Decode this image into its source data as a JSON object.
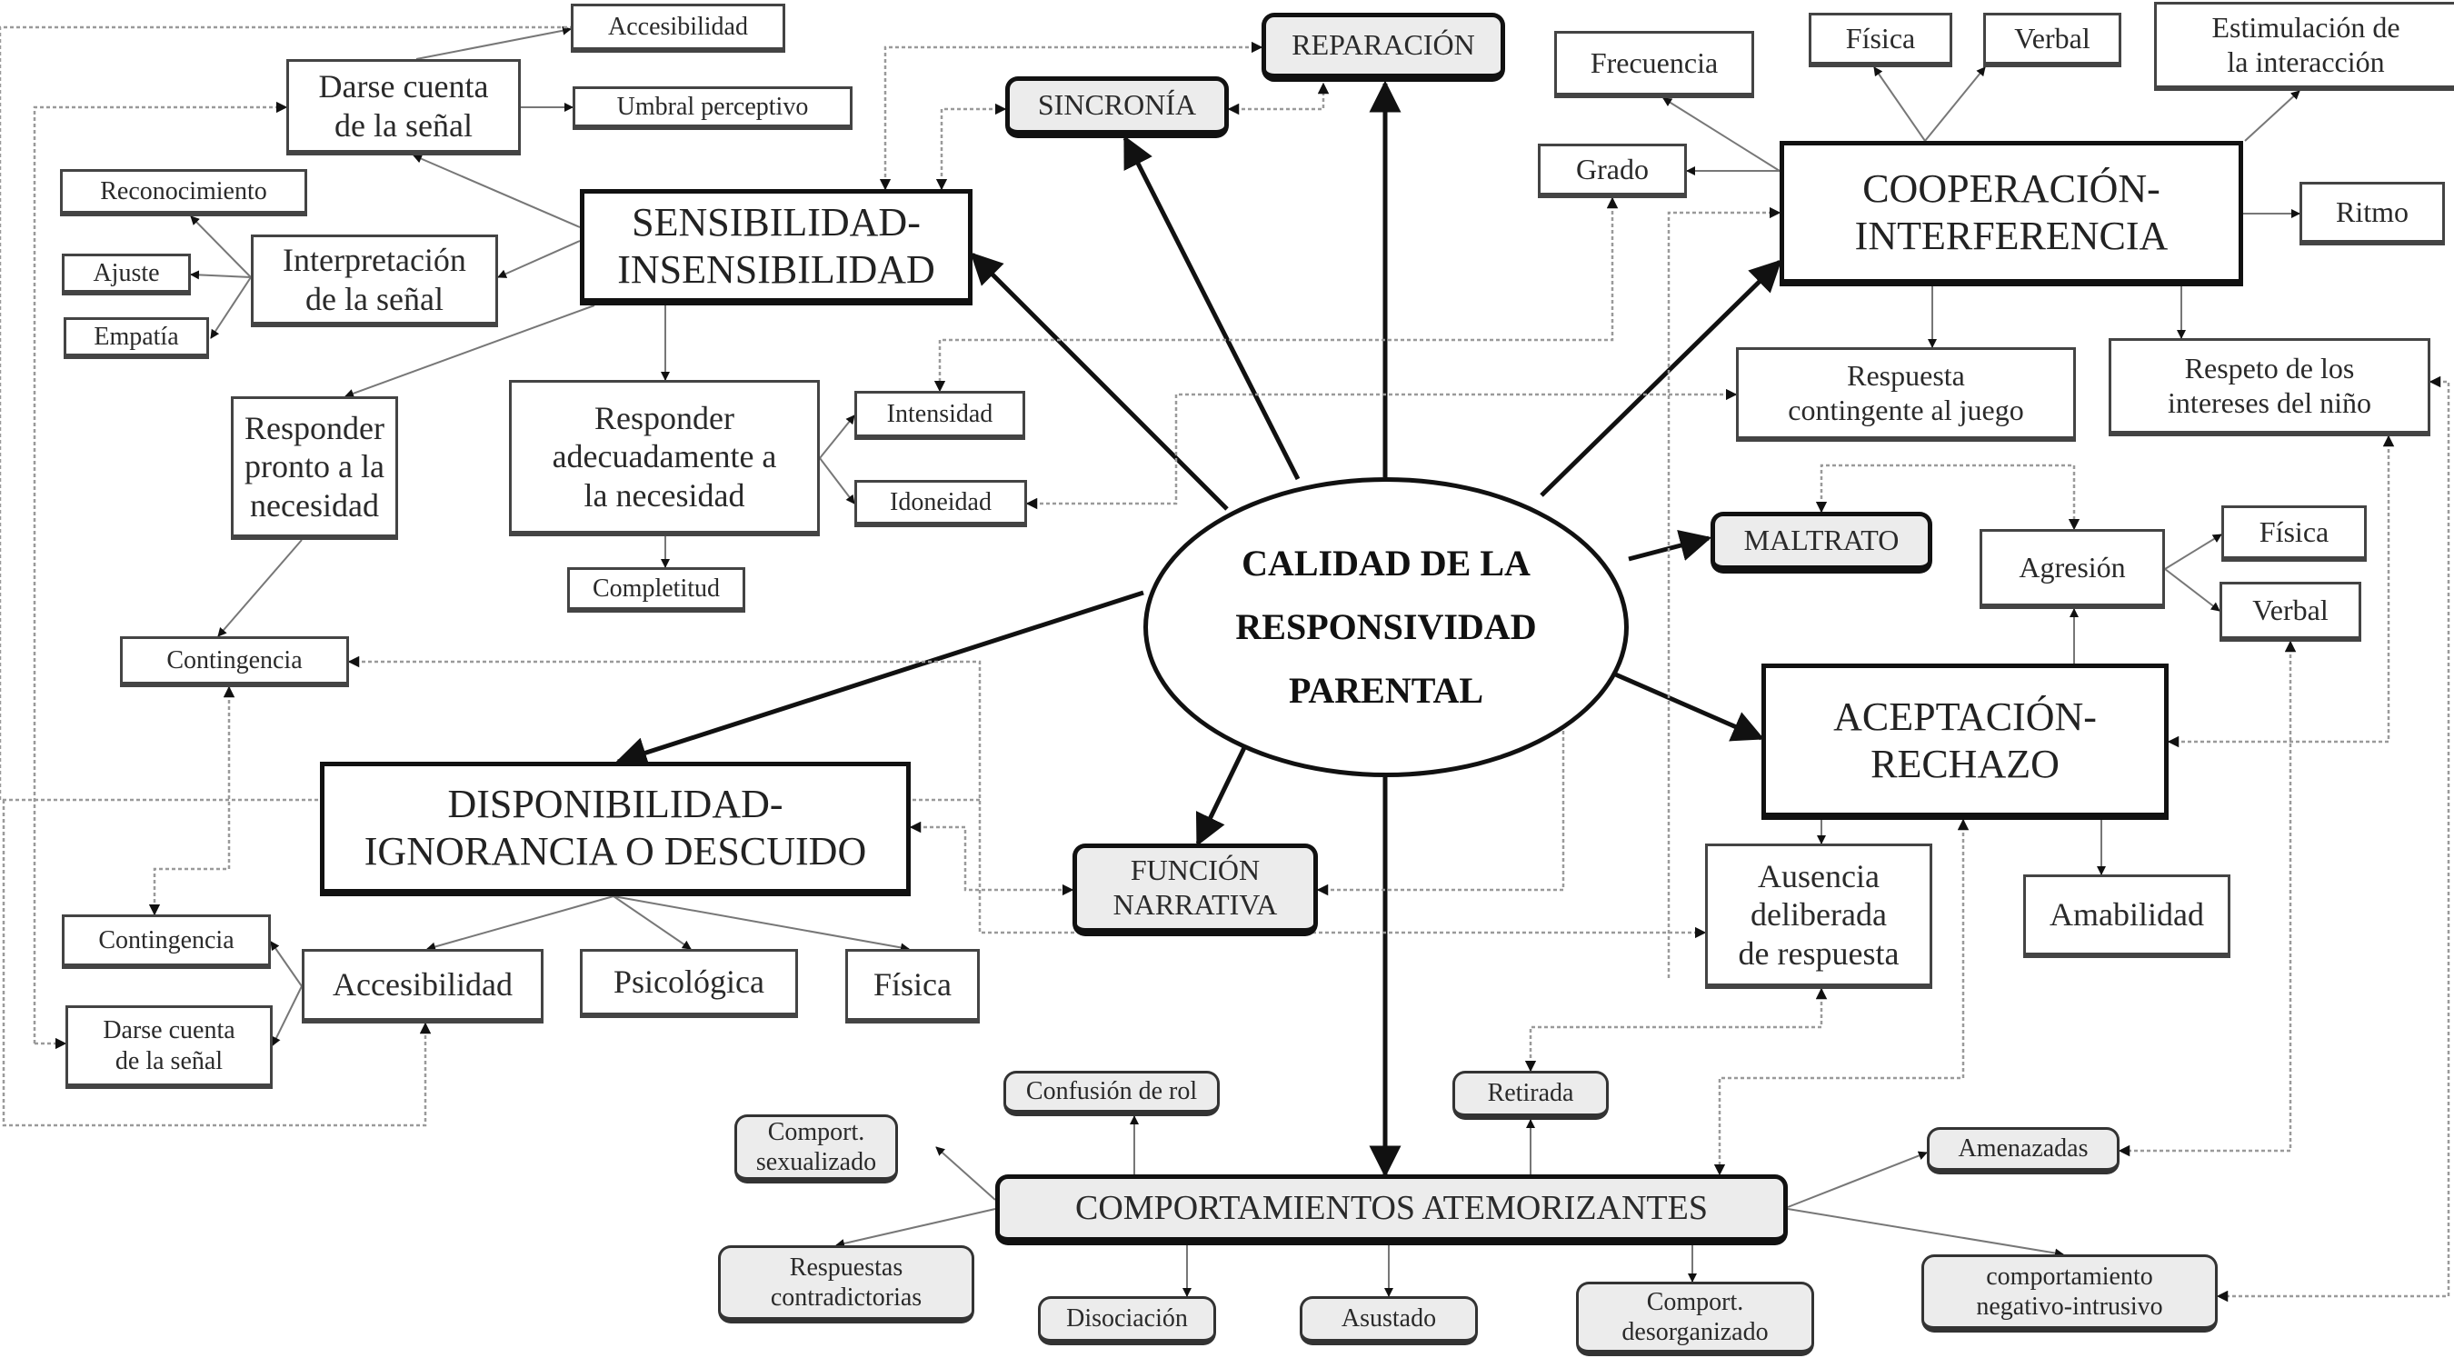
{
  "center": {
    "label": "CALIDAD DE LA\nRESPONSIVIDAD\nPARENTAL"
  },
  "dimensions": {
    "sensibilidad": "SENSIBILIDAD-\nINSENSIBILIDAD",
    "cooperacion": "COOPERACIÓN-\nINTERFERENCIA",
    "aceptacion": "ACEPTACIÓN-\nRECHAZO",
    "disponibilidad": "DISPONIBILIDAD-\nIGNORANCIA O DESCUIDO",
    "comportamientos": "COMPORTAMIENTOS ATEMORIZANTES"
  },
  "special": {
    "reparacion": "REPARACIÓN",
    "sincronia": "SINCRONÍA",
    "maltrato": "MALTRATO",
    "funcion_narrativa": "FUNCIÓN\nNARRATIVA"
  },
  "sensibilidad_nodes": {
    "accesibilidad": "Accesibilidad",
    "darse_cuenta": "Darse cuenta\nde la señal",
    "umbral": "Umbral perceptivo",
    "reconocimiento": "Reconocimiento",
    "interpretacion": "Interpretación\nde la señal",
    "ajuste": "Ajuste",
    "empatia": "Empatía",
    "responder_pronto": "Responder\npronto a la\nnecesidad",
    "responder_adecuadamente": "Responder\nadecuadamente a\nla necesidad",
    "intensidad": "Intensidad",
    "idoneidad": "Idoneidad",
    "completitud": "Completitud",
    "contingencia": "Contingencia"
  },
  "cooperacion_nodes": {
    "frecuencia": "Frecuencia",
    "fisica": "Física",
    "verbal": "Verbal",
    "estimulacion": "Estimulación de\nla interacción",
    "grado": "Grado",
    "ritmo": "Ritmo",
    "respuesta_contingente": "Respuesta\ncontingente al juego",
    "respeto": "Respeto de los\nintereses del niño"
  },
  "aceptacion_nodes": {
    "agresion": "Agresión",
    "fisica": "Física",
    "verbal": "Verbal",
    "ausencia": "Ausencia\ndeliberada\nde respuesta",
    "amabilidad": "Amabilidad"
  },
  "disponibilidad_nodes": {
    "contingencia": "Contingencia",
    "darse_cuenta": "Darse cuenta\nde la señal",
    "accesibilidad": "Accesibilidad",
    "psicologica": "Psicológica",
    "fisica": "Física"
  },
  "comportamientos_nodes": {
    "confusion_rol": "Confusión de rol",
    "retirada": "Retirada",
    "sexualizado": "Comport.\nsexualizado",
    "contradictorias": "Respuestas\ncontradictorias",
    "disociacion": "Disociación",
    "asustado": "Asustado",
    "desorganizado": "Comport.\ndesorganizado",
    "amenazadas": "Amenazadas",
    "negativo_intrusivo": "comportamiento\nnegativo-intrusivo"
  },
  "colors": {
    "line": "#111111",
    "thin": "#777777",
    "dotted": "#9a9a9a",
    "grey_fill": "#ececec"
  }
}
